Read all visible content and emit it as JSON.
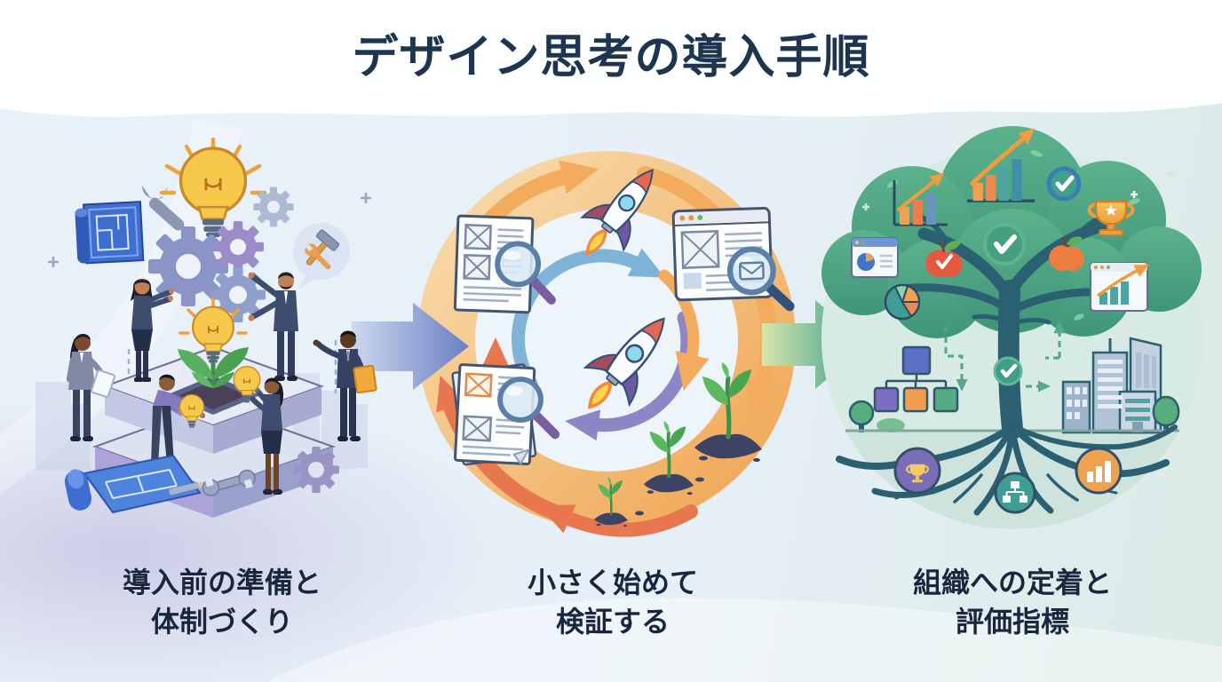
{
  "title": "デザイン思考の導入手順",
  "steps": [
    {
      "name": "preparation",
      "caption_line1": "導入前の準備と",
      "caption_line2": "体制づくり"
    },
    {
      "name": "start-small",
      "caption_line1": "小さく始めて",
      "caption_line2": "検証する"
    },
    {
      "name": "establish",
      "caption_line1": "組織への定着と",
      "caption_line2": "評価指標"
    }
  ],
  "colors": {
    "title_text": "#1e3550",
    "caption_text": "#18263f",
    "background_left": "#e9f1f9",
    "background_right": "#dbebe7",
    "top_band": "#ffffff",
    "connector_arrow_1": "#6b7fc2",
    "connector_arrow_2": "#2c9b8e",
    "cycle_orange": "#f3ab5d",
    "cycle_red": "#e8764f",
    "cycle_blue": "#7fb3d8",
    "cycle_purple": "#8d85c5",
    "canopy_green": "#4fa987",
    "trunk_teal": "#2b5f72",
    "accent_yellow": "#f6c84c",
    "lavender": "#bdb9dc"
  }
}
